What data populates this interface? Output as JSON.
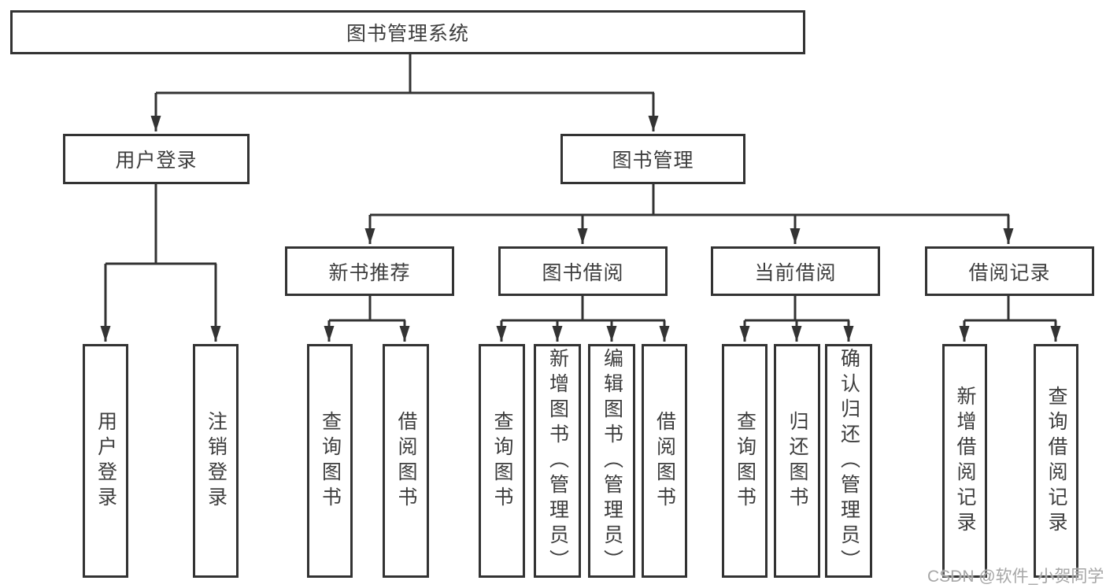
{
  "diagram_type": "tree",
  "colors": {
    "line": "#333333",
    "text": "#3d3d3d",
    "background": "#ffffff",
    "watermark": "#a6a6a6"
  },
  "watermark": "CSDN @软件_小贺同学",
  "tree": {
    "root": {
      "label": "图书管理系统",
      "children": [
        {
          "label": "用户登录",
          "children": [
            {
              "label": "用户登录"
            },
            {
              "label": "注销登录"
            }
          ]
        },
        {
          "label": "图书管理",
          "children": [
            {
              "label": "新书推荐",
              "children": [
                {
                  "label": "查询图书"
                },
                {
                  "label": "借阅图书"
                }
              ]
            },
            {
              "label": "图书借阅",
              "children": [
                {
                  "label": "查询图书"
                },
                {
                  "label": "新增图书（管理员）"
                },
                {
                  "label": "编辑图书（管理员）"
                },
                {
                  "label": "借阅图书"
                }
              ]
            },
            {
              "label": "当前借阅",
              "children": [
                {
                  "label": "查询图书"
                },
                {
                  "label": "归还图书"
                },
                {
                  "label": "确认归还（管理员）"
                }
              ]
            },
            {
              "label": "借阅记录",
              "children": [
                {
                  "label": "新增借阅记录"
                },
                {
                  "label": "查询借阅记录"
                }
              ]
            }
          ]
        }
      ]
    }
  }
}
